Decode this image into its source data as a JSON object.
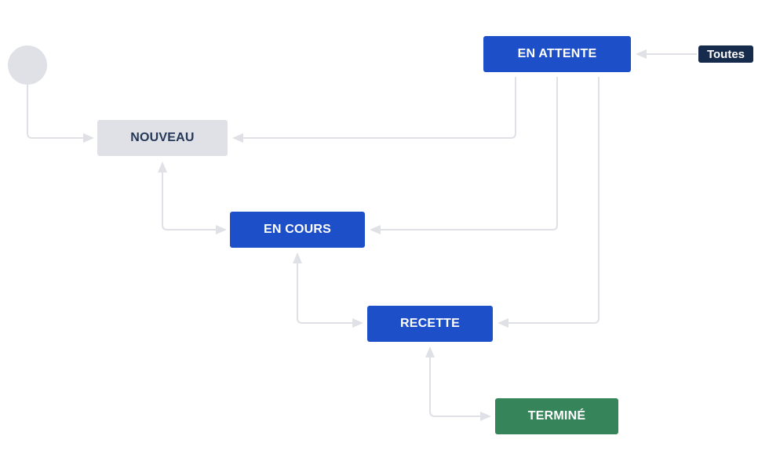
{
  "statuses": {
    "en_attente": "EN ATTENTE",
    "nouveau": "NOUVEAU",
    "en_cours": "EN COURS",
    "recette": "RECETTE",
    "termine": "TERMINÉ"
  },
  "global_transition": {
    "label": "Toutes"
  },
  "colors": {
    "todo_bg": "#dfe1e6",
    "todo_text": "#253858",
    "in_progress_bg": "#1d4fc9",
    "done_bg": "#36855a",
    "badge_bg": "#172b4d",
    "connector": "#dfe1e6"
  }
}
